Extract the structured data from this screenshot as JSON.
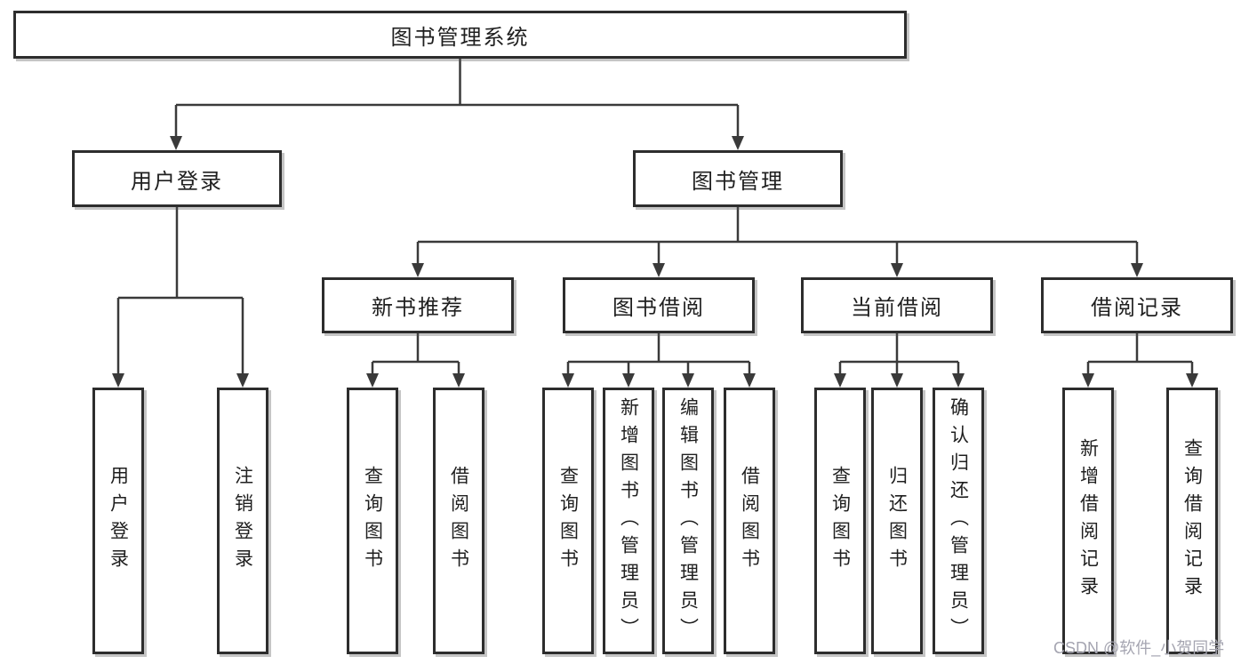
{
  "diagram": {
    "root": {
      "label": "图书管理系统"
    },
    "level2": {
      "user_login": {
        "label": "用户登录"
      },
      "book_management": {
        "label": "图书管理"
      }
    },
    "level3": {
      "new_book_recommend": {
        "label": "新书推荐"
      },
      "book_borrow": {
        "label": "图书借阅"
      },
      "current_borrow": {
        "label": "当前借阅"
      },
      "borrow_records": {
        "label": "借阅记录"
      }
    },
    "leaves": {
      "login": [
        "用户登录",
        "注销登录"
      ],
      "recommend": [
        "查询图书",
        "借阅图书"
      ],
      "borrow": [
        "查询图书",
        "新增图书（管理员）",
        "编辑图书（管理员）",
        "借阅图书"
      ],
      "current": [
        "查询图书",
        "归还图书",
        "确认归还（管理员）"
      ],
      "records": [
        "新增借阅记录",
        "查询借阅记录"
      ]
    },
    "colors": {
      "line": "#3a3a3a",
      "border": "#2d2d2d",
      "text": "#1f1f1f",
      "watermark": "#a5a5b1",
      "background": "#ffffff"
    },
    "watermark": "CSDN @软件_小贺同学"
  }
}
